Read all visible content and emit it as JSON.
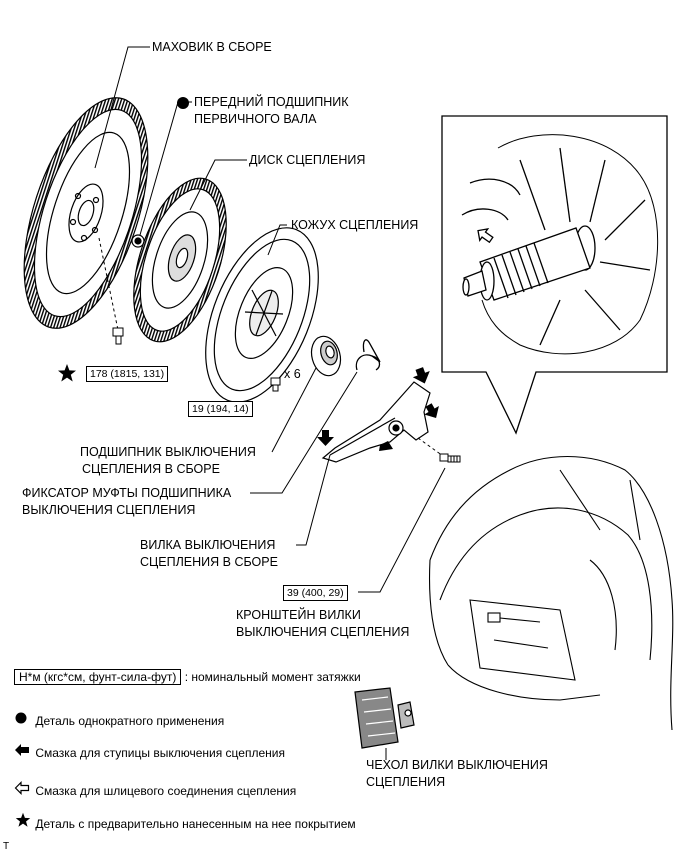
{
  "labels": {
    "flywheel": "МАХОВИК В СБОРЕ",
    "pilot_bearing_line1": "ПЕРЕДНИЙ ПОДШИПНИК",
    "pilot_bearing_line2": "ПЕРВИЧНОГО ВАЛА",
    "clutch_disc": "ДИСК СЦЕПЛЕНИЯ",
    "clutch_cover": "КОЖУХ СЦЕПЛЕНИЯ",
    "release_bearing_line1": "ПОДШИПНИК ВЫКЛЮЧЕНИЯ",
    "release_bearing_line2": "СЦЕПЛЕНИЯ В СБОРЕ",
    "bearing_hub_clip_line1": "ФИКСАТОР МУФТЫ ПОДШИПНИКА",
    "bearing_hub_clip_line2": "ВЫКЛЮЧЕНИЯ СЦЕПЛЕНИЯ",
    "release_fork_line1": "ВИЛКА ВЫКЛЮЧЕНИЯ",
    "release_fork_line2": "СЦЕПЛЕНИЯ В СБОРЕ",
    "fork_support_line1": "КРОНШТЕЙН ВИЛКИ",
    "fork_support_line2": "ВЫКЛЮЧЕНИЯ СЦЕПЛЕНИЯ",
    "fork_boot_line1": "ЧЕХОЛ ВИЛКИ ВЫКЛЮЧЕНИЯ",
    "fork_boot_line2": "СЦЕПЛЕНИЯ",
    "bolt_count": "x 6"
  },
  "torques": {
    "flywheel_bolt": "178 (1815, 131)",
    "cover_bolt": "19 (194, 14)",
    "fork_support": "39 (400, 29)"
  },
  "legend": {
    "torque_units": "Н*м (кгс*см, фунт-сила-фут)",
    "torque_desc": ": номинальный момент затяжки",
    "non_reusable": "Деталь однократного применения",
    "hub_grease": "Смазка для ступицы выключения сцепления",
    "spline_grease": "Смазка для шлицевого соединения сцепления",
    "precoated": "Деталь с предварительно нанесенным на нее покрытием"
  },
  "corner_mark": "T",
  "icons": {
    "non_reusable": "filled-circle-icon",
    "hub_grease": "filled-arrow-icon",
    "spline_grease": "outline-arrow-icon",
    "precoated": "star-icon"
  }
}
